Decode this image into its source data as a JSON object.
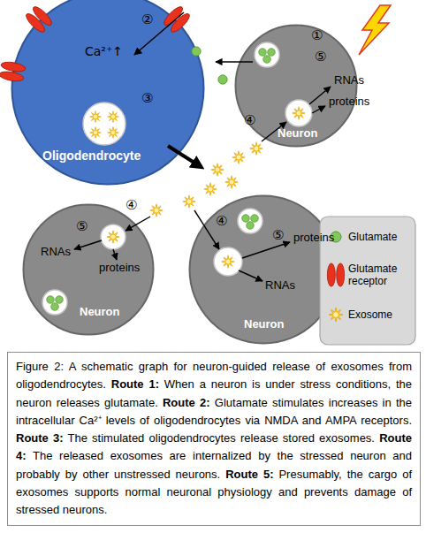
{
  "diagram": {
    "caption": "Figure 2: A schematic graph for neuron-guided release of exosomes from oligodendrocytes. Route 1: When a neuron is under stress conditions, the neuron releases glutamate. Route 2: Glutamate stimulates increases in the intracellular Ca²⁺ levels of oligodendrocytes via NMDA and AMPA receptors. Route 3: The stimulated oligodendrocytes release stored exosomes. Route 4: The released exosomes are internalized by the stressed neuron and probably by other unstressed neurons. Route 5: Presumably, the cargo of exosomes supports normal neuronal physiology and prevents damage of stressed neurons.",
    "nodes": [
      {
        "text": [
          "②",
          "Ca²⁺↑",
          "③",
          "Oligodendrocyte"
        ]
      },
      {
        "text": [
          "①",
          "⑤",
          "RNAs",
          "proteins",
          "Neuron"
        ]
      },
      {
        "text": [
          "⑤",
          "RNAs",
          "proteins",
          "Neuron"
        ]
      },
      {
        "text": [
          "④",
          "⑤",
          "proteins",
          "RNAs",
          "Neuron"
        ]
      }
    ],
    "labels": [
      "④",
      "④"
    ],
    "legend": [
      {
        "text": "Glutamate"
      },
      {
        "text": "Glutamate receptor"
      },
      {
        "text": "Exosome"
      }
    ]
  }
}
